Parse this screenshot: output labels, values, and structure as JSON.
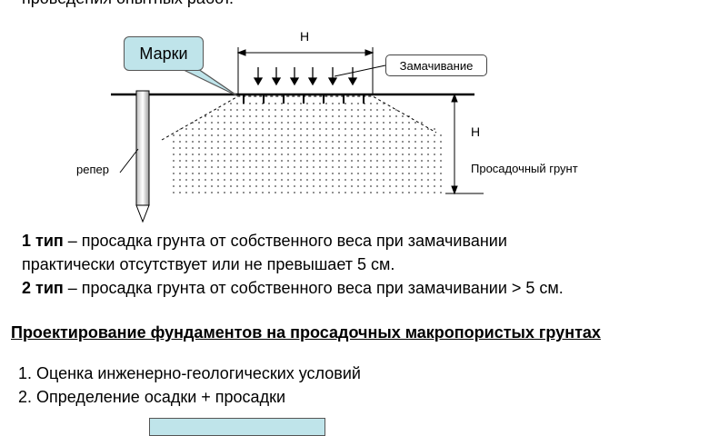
{
  "header": {
    "partial_text": "проведения опытных работ."
  },
  "diagram": {
    "callout_label": "Марки",
    "width_label": "H",
    "soaking_label": "Замачивание",
    "depth_label": "H",
    "benchmark_label": "репер",
    "soil_label": "Просадочный грунт"
  },
  "types": [
    {
      "name": "1 тип",
      "text": " – просадка грунта от собственного веса при замачивании"
    },
    {
      "continuation": "практически отсутствует или не превышает 5 см."
    },
    {
      "name": "2 тип",
      "text": " – просадка грунта от собственного веса при замачивании > 5 см."
    }
  ],
  "section": {
    "heading": "Проектирование фундаментов на просадочных макропористых грунтах",
    "steps": [
      "1. Оценка инженерно-геологических условий",
      "2. Определение осадки + просадки"
    ]
  },
  "colors": {
    "callout_fill": "#bfe4ea",
    "line": "#000000"
  }
}
